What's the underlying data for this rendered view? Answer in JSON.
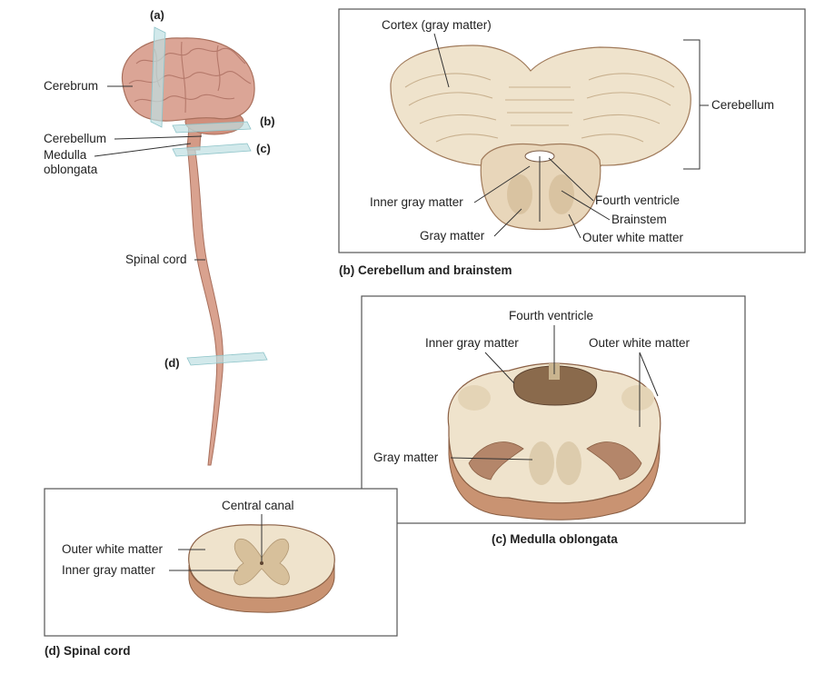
{
  "colors": {
    "tissue_pink": "#d9a28f",
    "tissue_dark": "#a86f5c",
    "gray_matter": "#c8b08e",
    "white_matter": "#efe3cc",
    "plane_glass": "#bfe0e3"
  },
  "whole": {
    "letter_a": "(a)",
    "letter_b": "(b)",
    "letter_c": "(c)",
    "letter_d": "(d)",
    "cerebrum": "Cerebrum",
    "cerebellum": "Cerebellum",
    "medulla_1": "Medulla",
    "medulla_2": "oblongata",
    "spinal_cord": "Spinal cord"
  },
  "panel_b": {
    "caption": "(b) Cerebellum and brainstem",
    "cortex": "Cortex (gray matter)",
    "cerebellum": "Cerebellum",
    "inner_gray": "Inner gray matter",
    "fourth_ventricle": "Fourth ventricle",
    "brainstem": "Brainstem",
    "gray_matter": "Gray matter",
    "outer_white": "Outer white matter"
  },
  "panel_c": {
    "caption": "(c) Medulla oblongata",
    "fourth_ventricle": "Fourth ventricle",
    "inner_gray": "Inner gray matter",
    "outer_white": "Outer white matter",
    "gray_matter": "Gray matter"
  },
  "panel_d": {
    "caption": "(d) Spinal cord",
    "central_canal": "Central canal",
    "outer_white": "Outer white matter",
    "inner_gray": "Inner gray matter"
  }
}
